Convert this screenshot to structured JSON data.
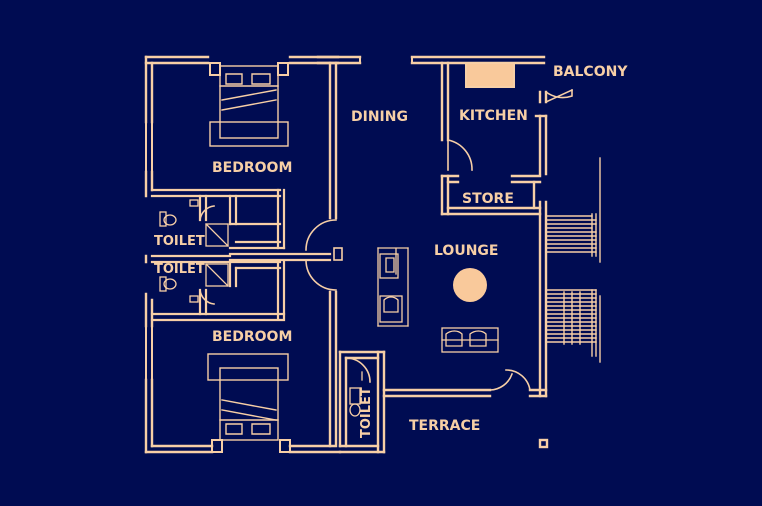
{
  "colors": {
    "background": "#000c52",
    "line": "#f7cfa6",
    "fill_accent": "#f9c99b"
  },
  "rooms": {
    "bedroom_top": "BEDROOM",
    "bedroom_bottom": "BEDROOM",
    "dining": "DINING",
    "kitchen": "KITCHEN",
    "balcony": "BALCONY",
    "store": "STORE",
    "lounge": "LOUNGE",
    "toilet_upper": "TOILET",
    "toilet_lower": "TOILET",
    "toilet_terrace": "TOILET",
    "terrace": "TERRACE"
  }
}
